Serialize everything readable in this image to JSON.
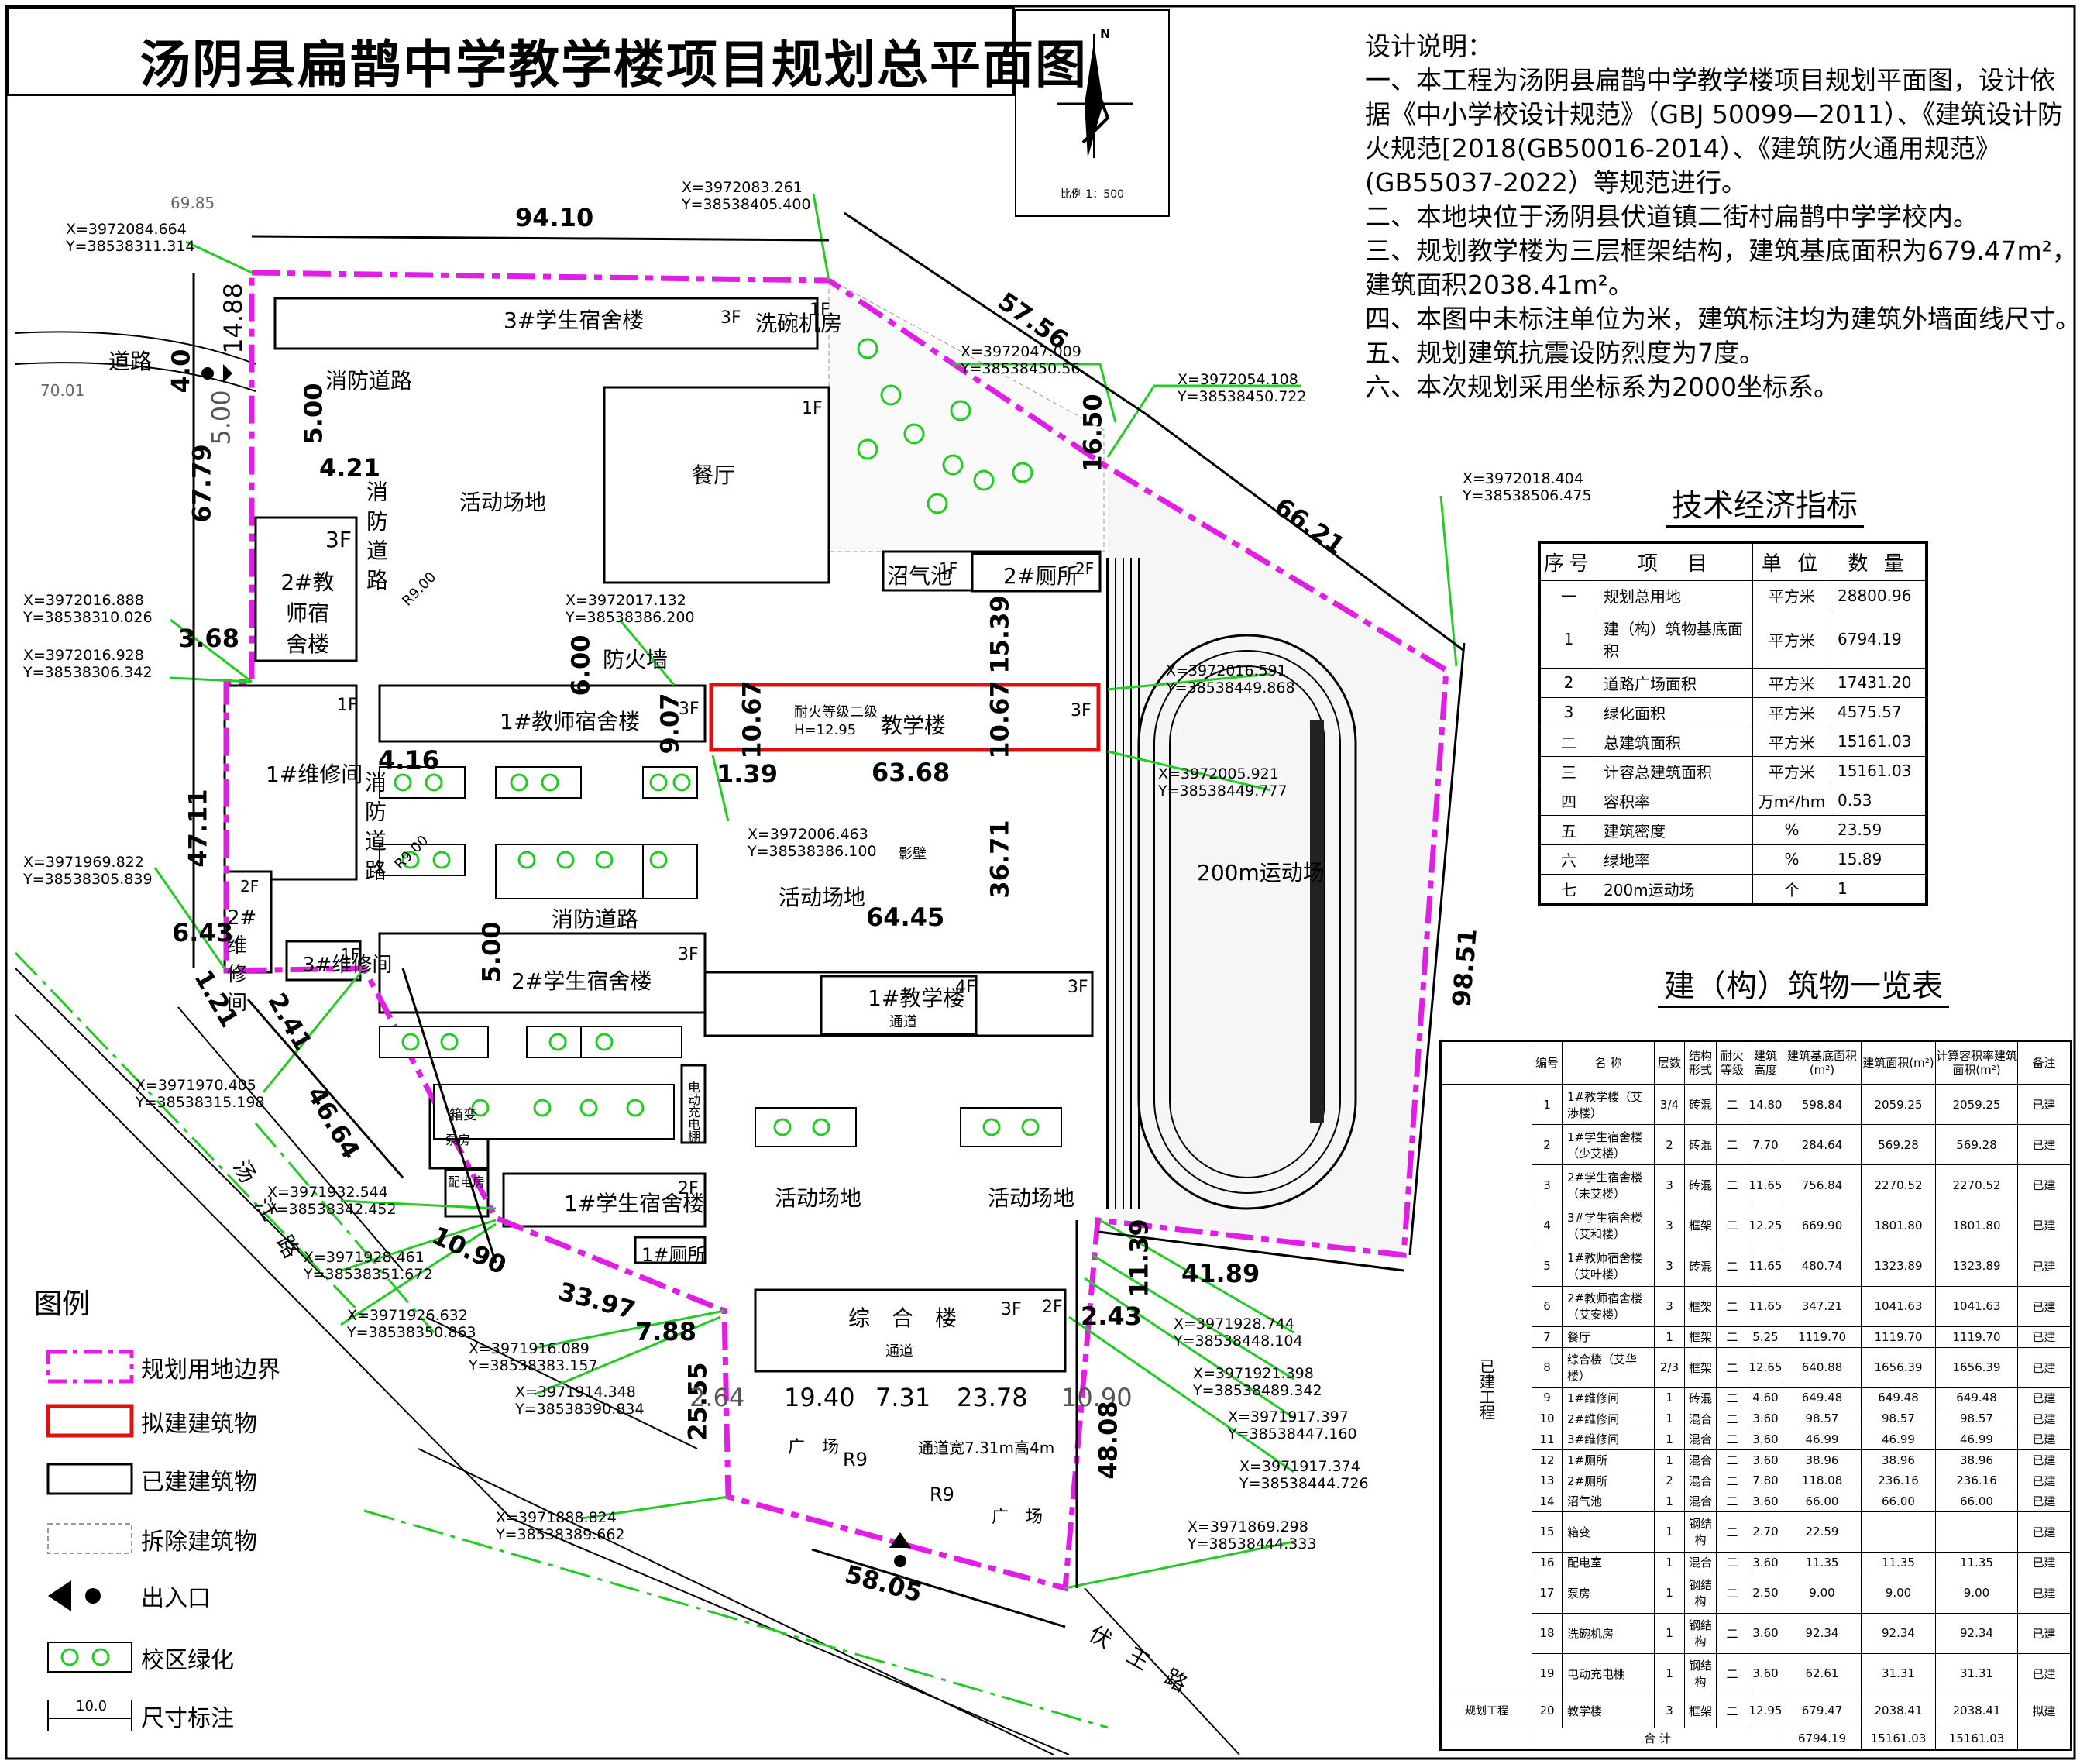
{
  "title": "汤阴县扁鹊中学教学楼项目规划总平面图",
  "north": {
    "letter": "N",
    "scale": "比例 1：500"
  },
  "notes": [
    "设计说明：",
    "一、本工程为汤阴县扁鹊中学教学楼项目规划平面图，设计依",
    "据《中小学校设计规范》（GBJ 50099—2011）、《建筑设计防",
    "火规范[2018(GB50016-2014）、《建筑防火通用规范》",
    "(GB55037-2022）等规范进行。",
    "二、本地块位于汤阴县伏道镇二街村扁鹊中学学校内。",
    "三、规划教学楼为三层框架结构，建筑基底面积为679.47m²，",
    "建筑面积2038.41m²。",
    "四、本图中未标注单位为米，建筑标注均为建筑外墙面线尺寸。",
    "五、规划建筑抗震设防烈度为7度。",
    "六、本次规划采用坐标系为2000坐标系。"
  ],
  "tech_title": "技术经济指标",
  "tech_headers": [
    "序号",
    "项　目",
    "单 位",
    "数 量"
  ],
  "tech_rows": [
    [
      "一",
      "规划总用地",
      "平方米",
      "28800.96"
    ],
    [
      "1",
      "建（构）筑物基底面积",
      "平方米",
      "6794.19"
    ],
    [
      "2",
      "道路广场面积",
      "平方米",
      "17431.20"
    ],
    [
      "3",
      "绿化面积",
      "平方米",
      "4575.57"
    ],
    [
      "二",
      "总建筑面积",
      "平方米",
      "15161.03"
    ],
    [
      "三",
      "计容总建筑面积",
      "平方米",
      "15161.03"
    ],
    [
      "四",
      "容积率",
      "万m²/hm",
      "0.53"
    ],
    [
      "五",
      "建筑密度",
      "%",
      "23.59"
    ],
    [
      "六",
      "绿地率",
      "%",
      "15.89"
    ],
    [
      "七",
      "200m运动场",
      "个",
      "1"
    ]
  ],
  "bld_title": "建（构）筑物一览表",
  "bld_headers": [
    "编号",
    "名 称",
    "层数",
    "结构形式",
    "耐火等级",
    "建筑高度",
    "建筑基底面积(m²)",
    "建筑面积(m²)",
    "计算容积率建筑面积(m²)",
    "备注"
  ],
  "group_existing": "已建工程",
  "group_planned": "规划工程",
  "bld_rows": [
    [
      "1",
      "1#教学楼（艾渉楼）",
      "3/4",
      "砖混",
      "二",
      "14.80",
      "598.84",
      "2059.25",
      "2059.25",
      "已建"
    ],
    [
      "2",
      "1#学生宿舍楼（少艾楼）",
      "2",
      "砖混",
      "二",
      "7.70",
      "284.64",
      "569.28",
      "569.28",
      "已建"
    ],
    [
      "3",
      "2#学生宿舍楼（未艾楼）",
      "3",
      "砖混",
      "二",
      "11.65",
      "756.84",
      "2270.52",
      "2270.52",
      "已建"
    ],
    [
      "4",
      "3#学生宿舍楼（艾和楼）",
      "3",
      "框架",
      "二",
      "12.25",
      "669.90",
      "1801.80",
      "1801.80",
      "已建"
    ],
    [
      "5",
      "1#教师宿舍楼（艾叶楼）",
      "3",
      "砖混",
      "二",
      "11.65",
      "480.74",
      "1323.89",
      "1323.89",
      "已建"
    ],
    [
      "6",
      "2#教师宿舍楼（艾安楼）",
      "3",
      "框架",
      "二",
      "11.65",
      "347.21",
      "1041.63",
      "1041.63",
      "已建"
    ],
    [
      "7",
      "餐厅",
      "1",
      "框架",
      "二",
      "5.25",
      "1119.70",
      "1119.70",
      "1119.70",
      "已建"
    ],
    [
      "8",
      "综合楼（艾华楼）",
      "2/3",
      "框架",
      "二",
      "12.65",
      "640.88",
      "1656.39",
      "1656.39",
      "已建"
    ],
    [
      "9",
      "1#维修间",
      "1",
      "砖混",
      "二",
      "4.60",
      "649.48",
      "649.48",
      "649.48",
      "已建"
    ],
    [
      "10",
      "2#维修间",
      "1",
      "混合",
      "二",
      "3.60",
      "98.57",
      "98.57",
      "98.57",
      "已建"
    ],
    [
      "11",
      "3#维修间",
      "1",
      "混合",
      "二",
      "3.60",
      "46.99",
      "46.99",
      "46.99",
      "已建"
    ],
    [
      "12",
      "1#厕所",
      "1",
      "混合",
      "二",
      "3.60",
      "38.96",
      "38.96",
      "38.96",
      "已建"
    ],
    [
      "13",
      "2#厕所",
      "2",
      "混合",
      "二",
      "7.80",
      "118.08",
      "236.16",
      "236.16",
      "已建"
    ],
    [
      "14",
      "沼气池",
      "1",
      "混合",
      "二",
      "3.60",
      "66.00",
      "66.00",
      "66.00",
      "已建"
    ],
    [
      "15",
      "箱变",
      "1",
      "钢结构",
      "二",
      "2.70",
      "22.59",
      "",
      "",
      "已建"
    ],
    [
      "16",
      "配电室",
      "1",
      "混合",
      "二",
      "3.60",
      "11.35",
      "11.35",
      "11.35",
      "已建"
    ],
    [
      "17",
      "泵房",
      "1",
      "钢结构",
      "二",
      "2.50",
      "9.00",
      "9.00",
      "9.00",
      "已建"
    ],
    [
      "18",
      "洗碗机房",
      "1",
      "钢结构",
      "二",
      "3.60",
      "92.34",
      "92.34",
      "92.34",
      "已建"
    ],
    [
      "19",
      "电动充电棚",
      "1",
      "钢结构",
      "二",
      "3.60",
      "62.61",
      "31.31",
      "31.31",
      "已建"
    ]
  ],
  "planned_row": [
    "20",
    "教学楼",
    "3",
    "框架",
    "二",
    "12.95",
    "679.47",
    "2038.41",
    "2038.41",
    "拟建"
  ],
  "total_row": [
    "合 计",
    "6794.19",
    "15161.03",
    "15161.03"
  ],
  "legend": {
    "title": "图例",
    "items": [
      "规划用地边界",
      "拟建建筑物",
      "已建建筑物",
      "拆除建筑物",
      "出入口",
      "校区绿化",
      "尺寸标注"
    ],
    "dim_sample": "10.0"
  },
  "map_labels": {
    "dorm3": "3#学生宿舍楼",
    "dorm3_floors": "3F",
    "dishwash": "洗碗机房",
    "dishwash_floors": "1F",
    "fire_road": "消防道路",
    "fire_road_v": "消防道路",
    "dining": "餐厅",
    "dining_floors": "1F",
    "activity": "活动场地",
    "teacher2": "2#教师宿舍楼",
    "teacher2_floors": "3F",
    "biogas": "沼气池",
    "biogas_floors": "1F",
    "toilet2": "2#厕所",
    "toilet2_floors": "2F",
    "firewall": "防火墙",
    "teacher1": "1#教师宿舍楼",
    "teacher1_floors": "3F",
    "new_bld_fire": "耐火等级二级",
    "new_bld_h": "H=12.95",
    "new_bld": "教学楼",
    "new_bld_floors": "3F",
    "repair1": "1#维修间",
    "repair1_floors": "1F",
    "repair2": "2#维修间",
    "repair2_floors": "2F",
    "repair3": "3#维修间",
    "repair3_floors": "1F",
    "dorm2": "2#学生宿舍楼",
    "dorm2_floors": "3F",
    "teach1": "1#教学楼",
    "teach1_floors": "4F",
    "teach1_floors2": "3F",
    "pass": "通道",
    "yingbi": "影壁",
    "track": "200m运动场",
    "dorm1": "1#学生宿舍楼",
    "dorm1_floors": "2F",
    "toilet1": "1#厕所",
    "box": "箱变",
    "pump": "泵房",
    "dist": "配电房",
    "ev": "电动充电棚",
    "complex": "综　合　楼",
    "complex_floors": "3F",
    "complex_floors2": "2F",
    "square": "广　场",
    "passage_w": "通道宽7.31m高4m",
    "r9": "R9",
    "road_left": "汤　江　路",
    "road_bottom": "伏　王　路",
    "road_top": "道路",
    "elev1": "69.85",
    "elev2": "70.01"
  },
  "dims": [
    "94.10",
    "57.56",
    "66.21",
    "98.51",
    "67.79",
    "47.11",
    "14.88",
    "4.0",
    "5.00",
    "5.00",
    "4.21",
    "3.68",
    "6.43",
    "1.21",
    "2.41",
    "46.64",
    "10.90",
    "33.97",
    "7.88",
    "25.55",
    "2.64",
    "19.40",
    "7.31",
    "23.78",
    "10.90",
    "48.08",
    "58.05",
    "2.43",
    "11.39",
    "41.89",
    "6.00",
    "9.07",
    "10.67",
    "10.67",
    "15.39",
    "1.39",
    "63.68",
    "36.71",
    "64.45",
    "4.16",
    "5.00",
    "16.50",
    "R9.00",
    "R9.00"
  ],
  "coords": [
    [
      "X=3972083.261",
      "Y=38538405.400"
    ],
    [
      "X=3972084.664",
      "Y=38538311.314"
    ],
    [
      "X=3972047.009",
      "Y=38538450.56"
    ],
    [
      "X=3972054.108",
      "Y=38538450.722"
    ],
    [
      "X=3972018.404",
      "Y=38538506.475"
    ],
    [
      "X=3972017.132",
      "Y=38538386.200"
    ],
    [
      "X=3972016.888",
      "Y=38538310.026"
    ],
    [
      "X=3972016.928",
      "Y=38538306.342"
    ],
    [
      "X=3972016.591",
      "Y=38538449.868"
    ],
    [
      "X=3972005.921",
      "Y=38538449.777"
    ],
    [
      "X=3972006.463",
      "Y=38538386.100"
    ],
    [
      "X=3971969.822",
      "Y=38538305.839"
    ],
    [
      "X=3971970.405",
      "Y=38538315.198"
    ],
    [
      "X=3971932.544",
      "Y=38538342.452"
    ],
    [
      "X=3971928.461",
      "Y=38538351.672"
    ],
    [
      "X=3971926.632",
      "Y=38538350.863"
    ],
    [
      "X=3971916.089",
      "Y=38538383.157"
    ],
    [
      "X=3971914.348",
      "Y=38538390.834"
    ],
    [
      "X=3971928.744",
      "Y=38538448.104"
    ],
    [
      "X=3971921.398",
      "Y=38538489.342"
    ],
    [
      "X=3971917.397",
      "Y=38538447.160"
    ],
    [
      "X=3971917.374",
      "Y=38538444.726"
    ],
    [
      "X=3971888.824",
      "Y=38538389.662"
    ],
    [
      "X=3971869.298",
      "Y=38538444.333"
    ]
  ],
  "colors": {
    "boundary": "#e21de6",
    "planned": "#e01010",
    "green": "#22cc22",
    "existing": "#000000"
  }
}
